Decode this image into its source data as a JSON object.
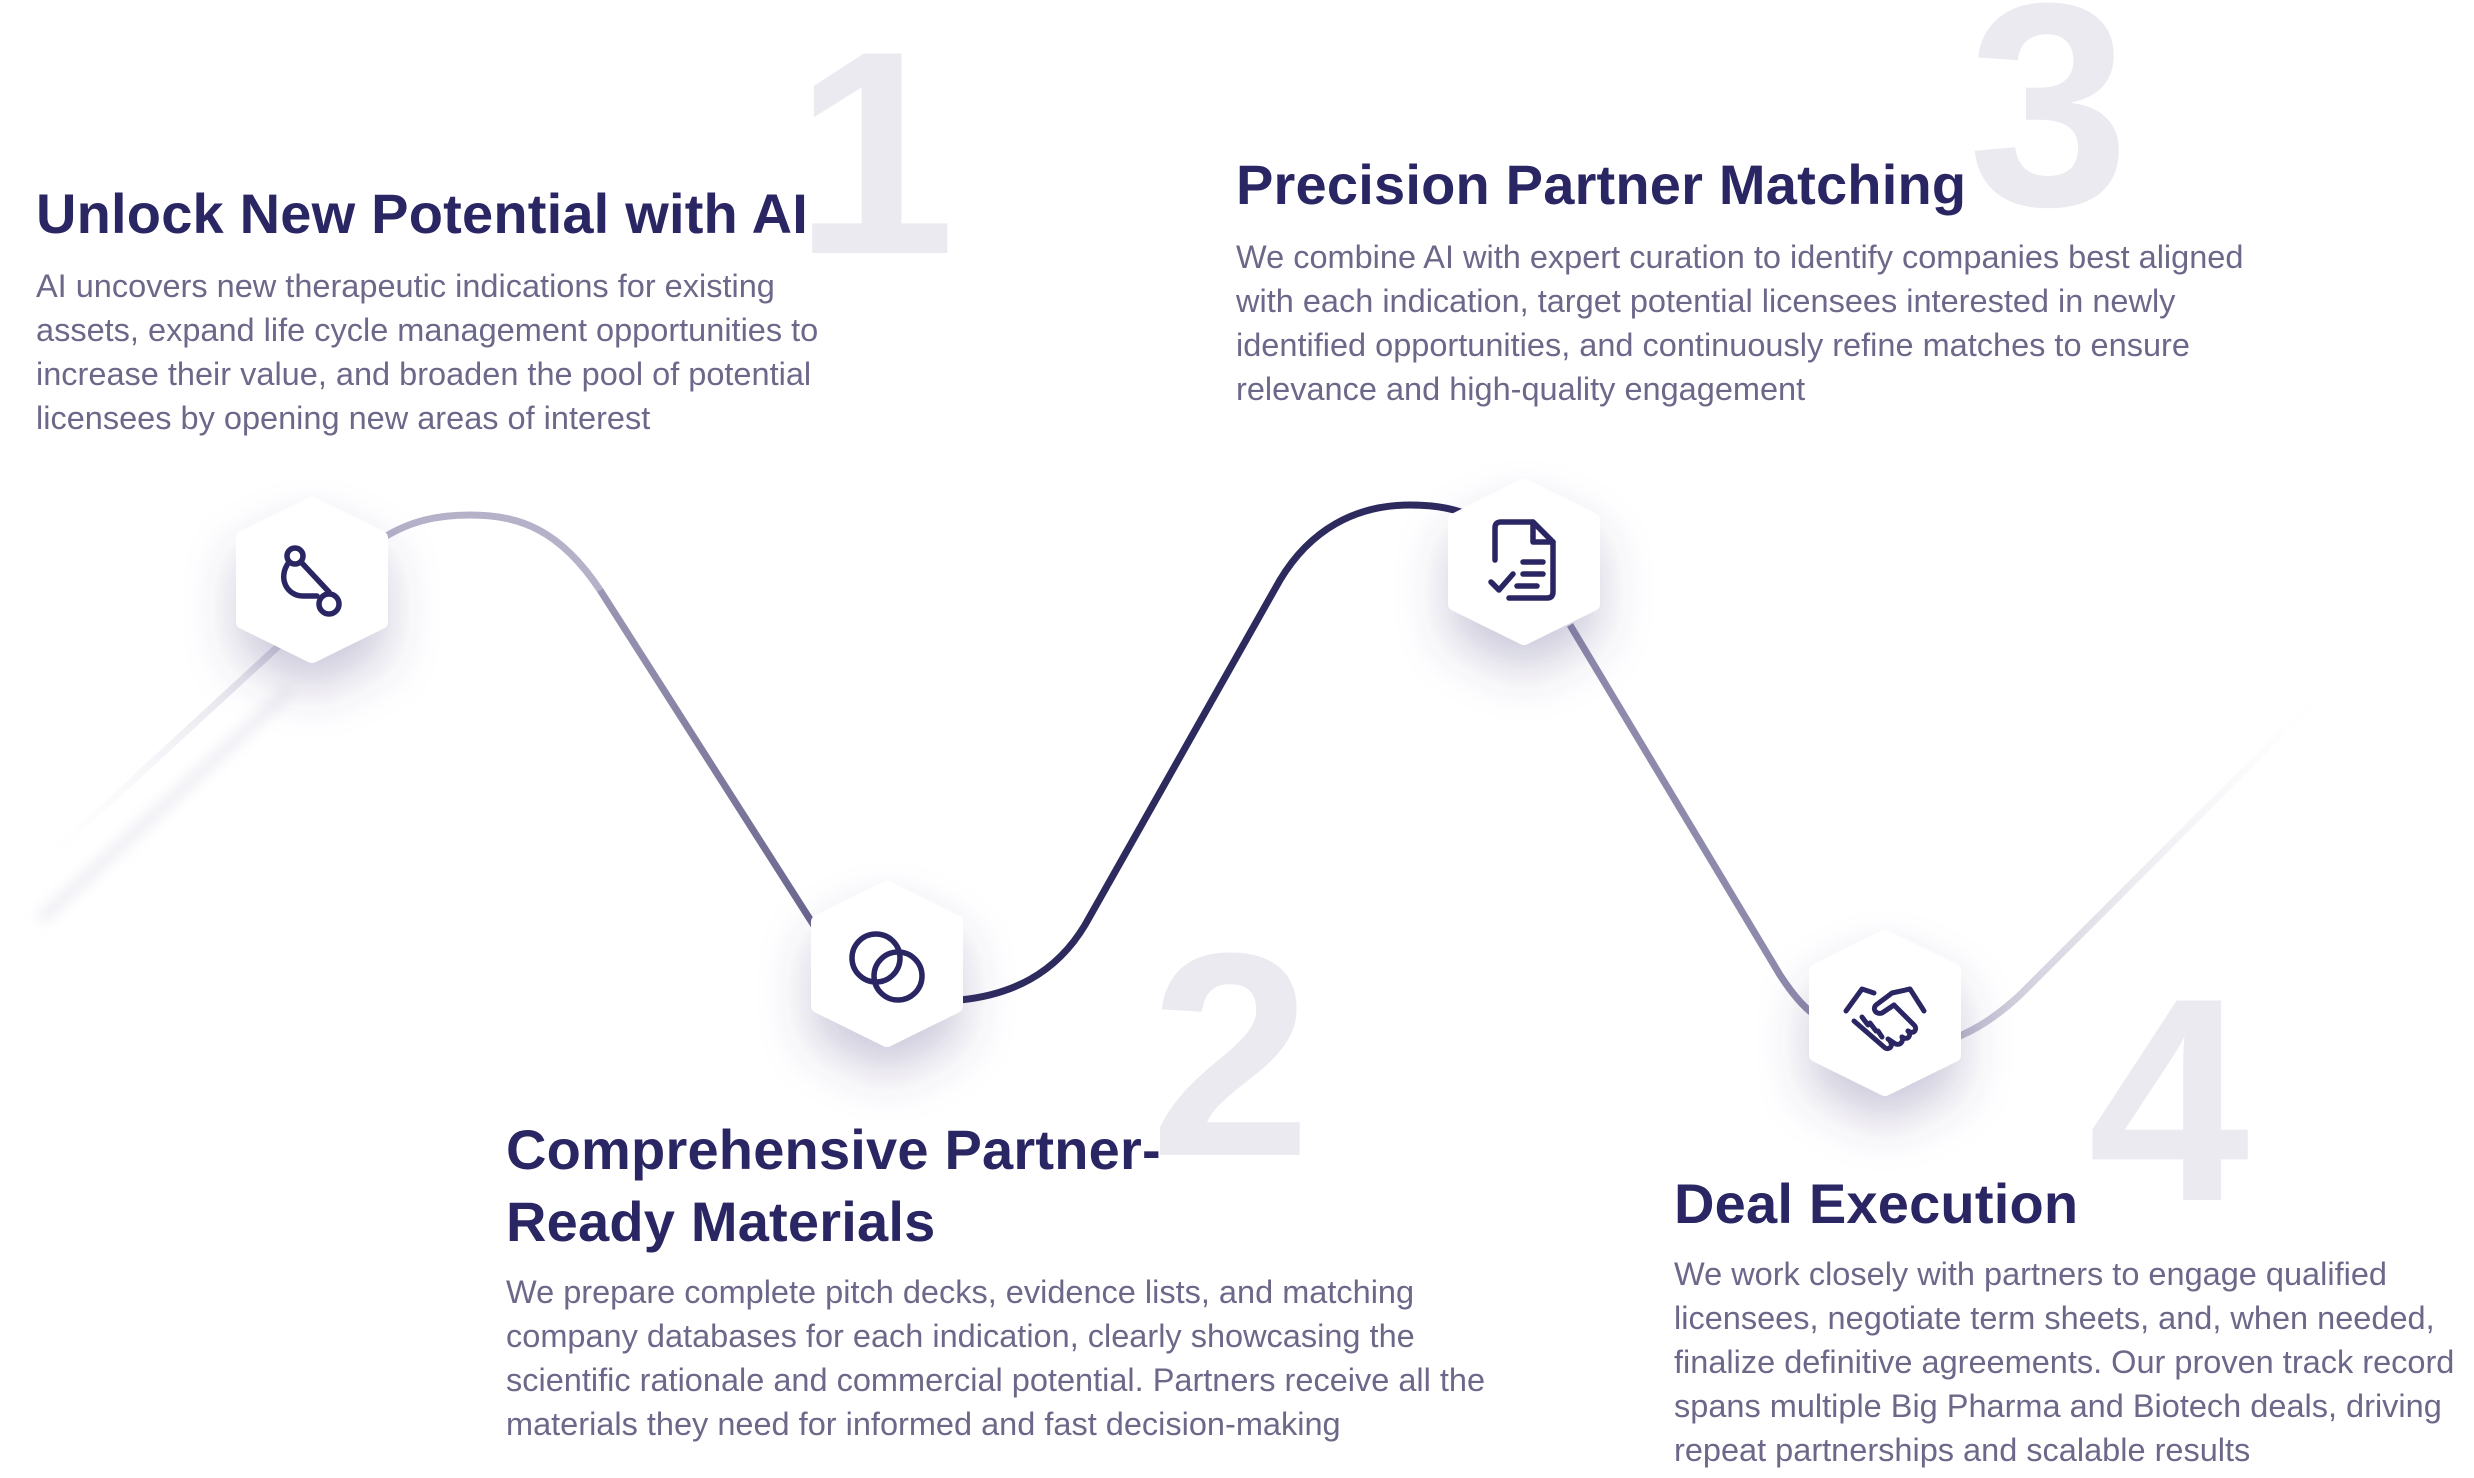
{
  "colors": {
    "accent": "#2a2663",
    "body_text": "#6c6889",
    "numeral": "#ebeaf0",
    "curve_dark": "#2d2a5e",
    "curve_mid": "#8e8aab",
    "curve_light": "#d6d4e2"
  },
  "steps": [
    {
      "number": "1",
      "title": "Unlock New Potential with AI",
      "desc": "AI uncovers new therapeutic indications for existing assets, expand life cycle management opportunities to increase their value, and broaden the pool of potential licensees by opening new areas of interest",
      "icon": "route-icon"
    },
    {
      "number": "2",
      "title": "Comprehensive Partner-Ready Materials",
      "desc": "We prepare complete pitch decks, evidence lists, and matching company databases for each indication, clearly showcasing the scientific rationale and commercial potential. Partners receive all the materials they need for informed and fast decision-making",
      "icon": "overlapping-circles-icon"
    },
    {
      "number": "3",
      "title": "Precision Partner Matching",
      "desc": "We combine AI with expert curation to identify companies best aligned with each indication, target potential licensees interested in newly identified opportunities, and continuously refine matches to ensure relevance and high-quality engagement",
      "icon": "document-check-icon"
    },
    {
      "number": "4",
      "title": "Deal Execution",
      "desc": "We work closely with partners to engage qualified licensees, negotiate term sheets, and, when needed, finalize definitive agreements. Our proven track record spans multiple Big Pharma and Biotech deals, driving repeat partnerships and scalable results",
      "icon": "handshake-icon"
    }
  ]
}
